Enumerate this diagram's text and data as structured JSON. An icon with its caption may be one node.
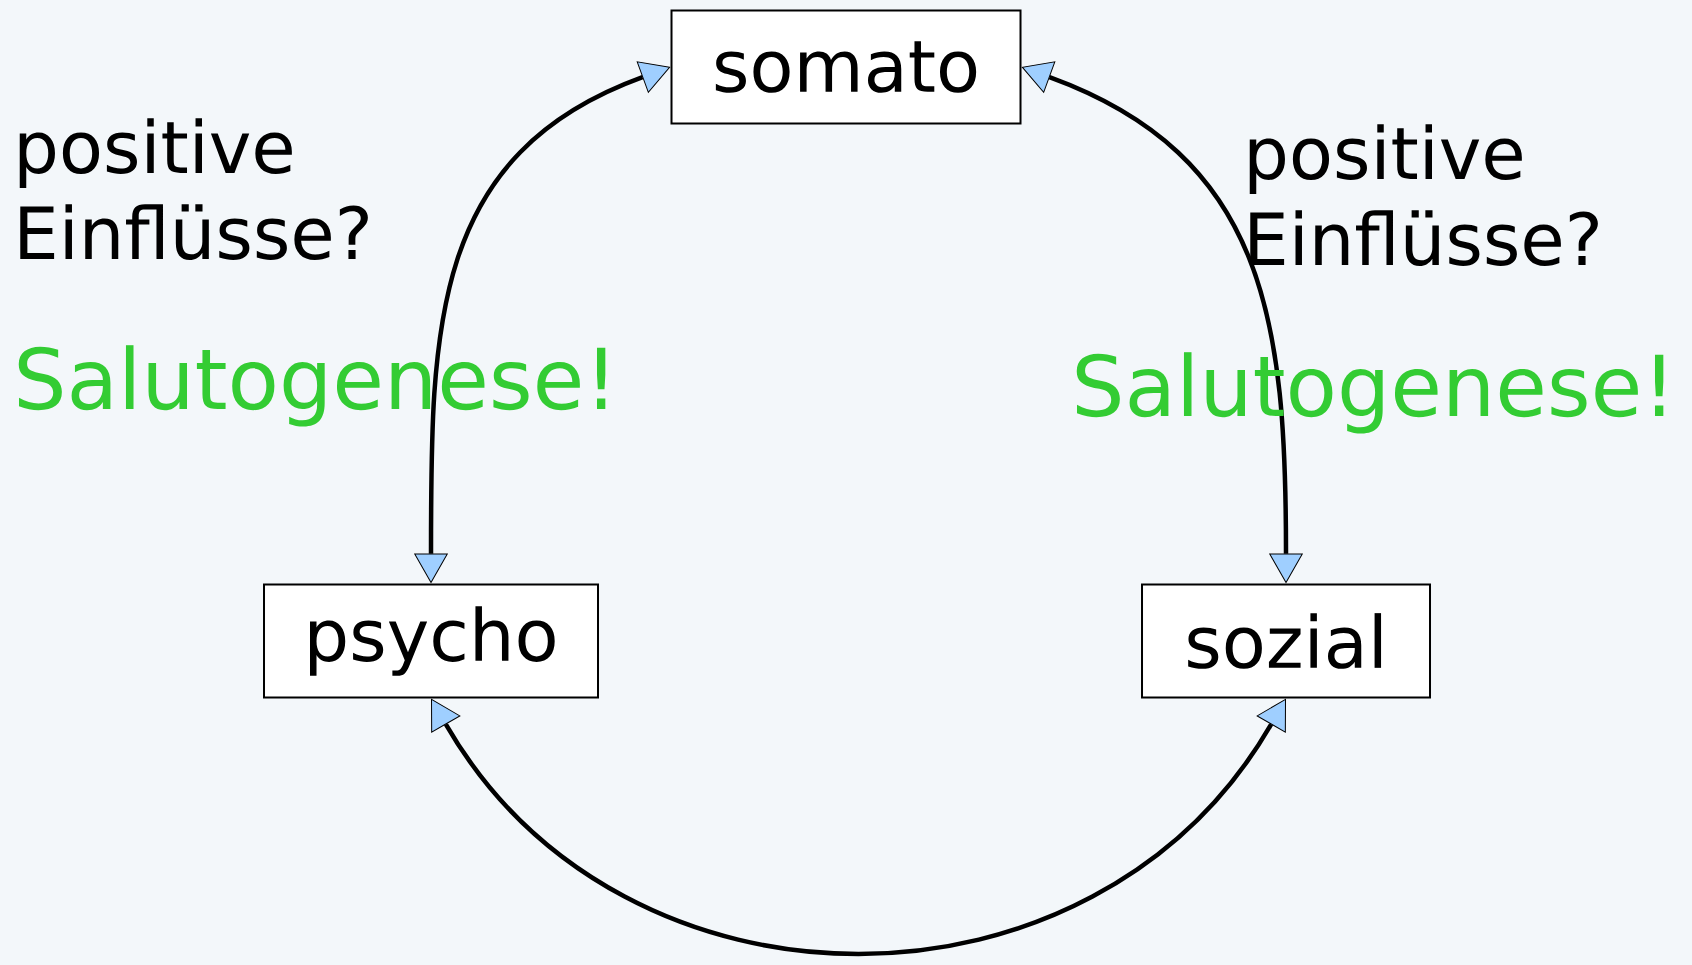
{
  "diagram": {
    "nodes": [
      {
        "text": [
          "somato"
        ]
      },
      {
        "text": [
          "psycho"
        ]
      },
      {
        "text": [
          "sozial"
        ]
      }
    ],
    "edges": [
      {
        "from": 0,
        "to": 1,
        "arrow": "both"
      },
      {
        "from": 0,
        "to": 2,
        "arrow": "both"
      },
      {
        "from": 1,
        "to": 2,
        "arrow": "both"
      }
    ],
    "labels": [
      "positive Einflüsse?",
      "positive Einflüsse?",
      "Salutogenese!",
      "Salutogenese!"
    ]
  }
}
